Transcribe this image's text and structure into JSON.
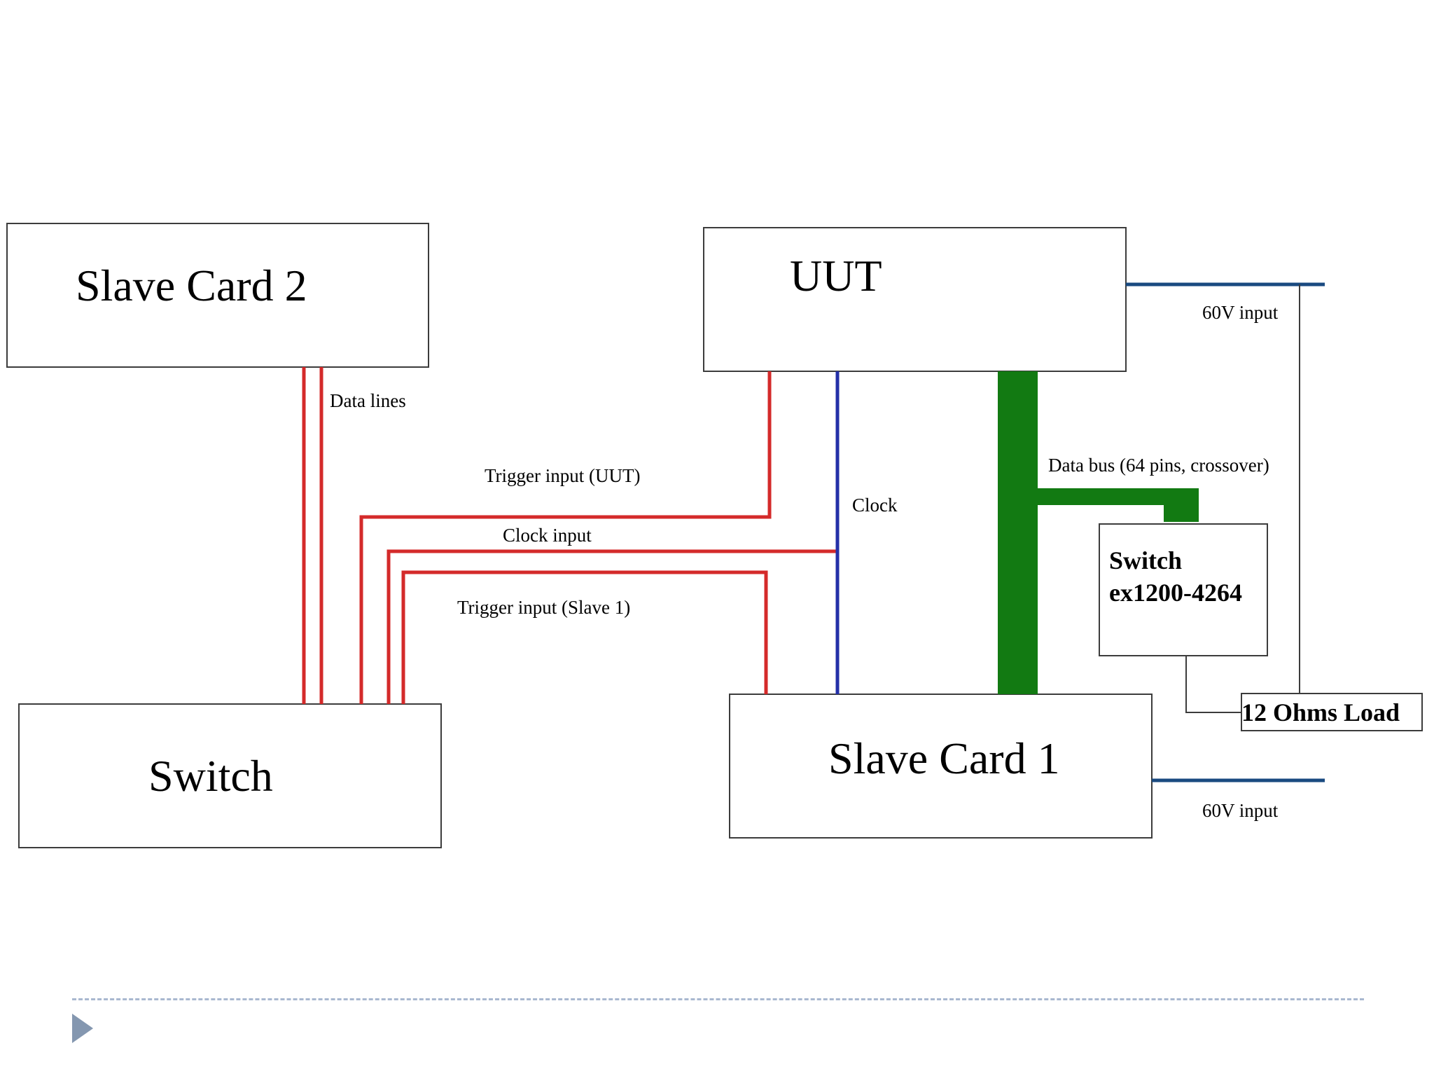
{
  "boxes": {
    "slave_card_2": "Slave Card 2",
    "uut": "UUT",
    "switch": "Switch",
    "slave_card_1": "Slave Card 1",
    "switch_ex_line1": "Switch",
    "switch_ex_line2": "ex1200-4264",
    "load": "12 Ohms Load"
  },
  "labels": {
    "data_lines": "Data lines",
    "trigger_uut": "Trigger input (UUT)",
    "clock_input": "Clock input",
    "trigger_slave1": "Trigger input (Slave 1)",
    "clock": "Clock",
    "data_bus": "Data bus (64 pins, crossover)",
    "power_top": "60V input",
    "power_bottom": "60V input"
  },
  "colors": {
    "signal_red": "#d42a2a",
    "clock_blue": "#2430a8",
    "bus_green": "#127a12",
    "power_navy": "#1a4a80",
    "border": "#3c3c3c"
  }
}
